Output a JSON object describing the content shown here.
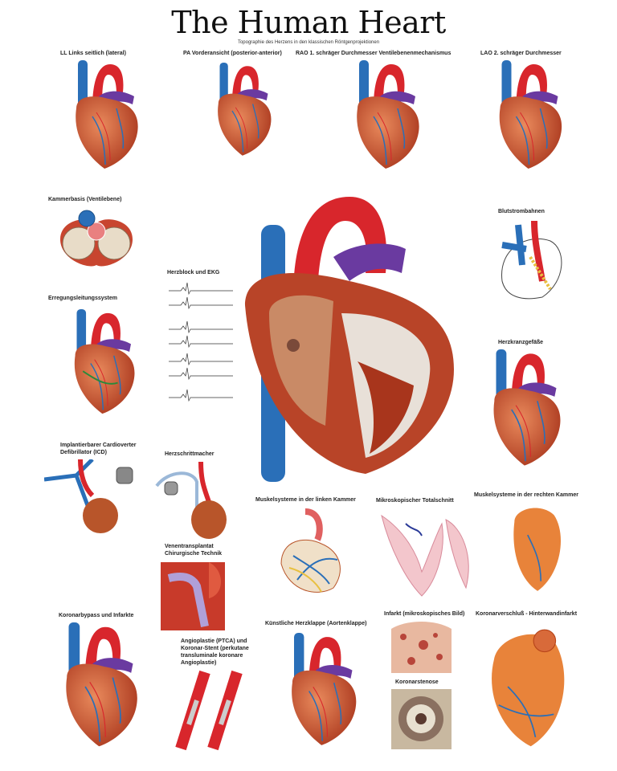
{
  "title": "The Human Heart",
  "subtitle": "Topographie des Herzens in den klassischen Röntgenprojektionen",
  "sections": {
    "ll": "LL  Links seitlich (lateral)",
    "pa": "PA  Vorderansicht (posterior-anterior)",
    "rao": "RAO 1. schräger Durchmesser Ventilebenenmechanismus",
    "lao": "LAO  2. schräger Durchmesser",
    "kammerbasis": "Kammerbasis (Ventilebene)",
    "herzblock": "Herzblock und EKG",
    "erregung": "Erregungsleitungssystem",
    "blutstrom": "Blutstrombahnen",
    "herzkranz": "Herzkranzgefäße",
    "icd": "Implantierbarer Cardioverter Defibrillator (ICD)",
    "schrittmacher": "Herzschrittmacher",
    "muskel_links": "Muskelsysteme in der linken Kammer",
    "mikro": "Mikroskopischer Totalschnitt",
    "muskel_rechts": "Muskelsysteme in der rechten Kammer",
    "venen": "Venentransplantat Chirurgische Technik",
    "bypass": "Koronarbypass und Infarkte",
    "angioplastie": "Angioplastie (PTCA) und Koronar-Stent (perkutane transluminale koronare Angioplastie)",
    "klappe": "Künstliche Herzklappe (Aortenklappe)",
    "infarkt": "Infarkt (mikroskopisches Bild)",
    "verschluss": "Koronarverschluß - Hinterwandinfarkt",
    "stenose": "Koronarstenose"
  },
  "colors": {
    "artery": "#d8262c",
    "vein": "#2a6fb8",
    "muscle": "#c8552f",
    "pulmonary": "#6a3aa0"
  }
}
